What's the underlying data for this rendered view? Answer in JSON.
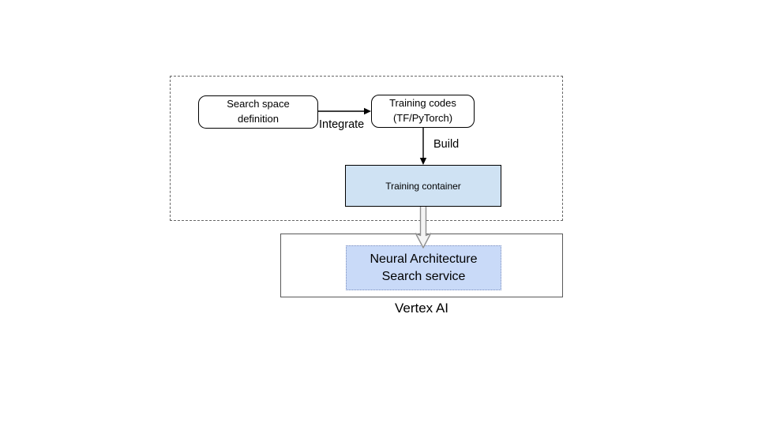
{
  "diagram": {
    "search_space_box": {
      "line1": "Search space",
      "line2": "definition"
    },
    "training_codes_box": {
      "line1": "Training codes",
      "line2": "(TF/PyTorch)"
    },
    "integrate_label": "Integrate",
    "build_label": "Build",
    "training_container_label": "Training container",
    "nas_service_box": {
      "line1": "Neural Architecture",
      "line2": "Search service"
    },
    "vertex_ai_label": "Vertex AI",
    "icons": {
      "integrate_arrow": "right-arrow",
      "build_arrow": "down-arrow",
      "deploy_arrow": "hollow-down-arrow"
    },
    "colors": {
      "background": "#ffffff",
      "box_border": "#000000",
      "dashed_region_border": "#666666",
      "vertex_region_border": "#595959",
      "training_container_fill": "#cfe2f3",
      "nas_service_fill": "#c9daf8",
      "nas_service_border": "#7d8fbe",
      "hollow_arrow_stroke": "#8f8f8f",
      "hollow_arrow_fill": "#f4f4f4"
    }
  }
}
